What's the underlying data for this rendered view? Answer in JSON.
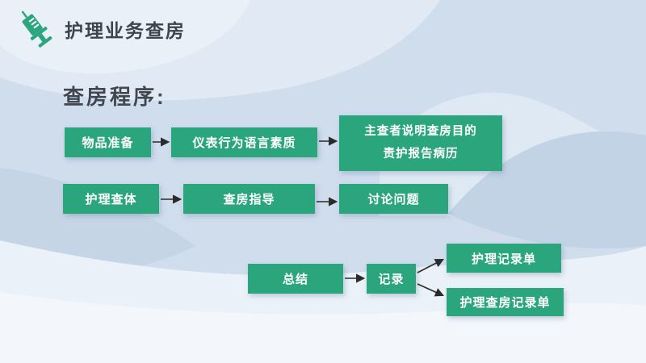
{
  "header": {
    "icon": "syringe-icon",
    "title": "护理业务查房"
  },
  "section": {
    "subtitle": "查房程序:"
  },
  "colors": {
    "accent_green": "#2ba57c",
    "accent_green_dark": "#1f8f6a",
    "title_text": "#3e444c",
    "box_text": "#ffffff",
    "arrow": "#2b2b2b",
    "background_base": "#cfdded"
  },
  "flowchart": {
    "row1": {
      "box1": {
        "label": "物品准备"
      },
      "box2": {
        "label": "仪表行为语言素质"
      },
      "box3": {
        "line1": "主查者说明查房目的",
        "line2": "责护报告病历"
      }
    },
    "row2": {
      "box1": {
        "label": "护理查体"
      },
      "box2": {
        "label": "查房指导"
      },
      "box3": {
        "label": "讨论问题"
      }
    },
    "row3": {
      "box1": {
        "label": "总结"
      },
      "box2": {
        "label": "记录"
      },
      "box3": {
        "label": "护理记录单"
      },
      "box4": {
        "label": "护理查房记录单"
      }
    }
  }
}
